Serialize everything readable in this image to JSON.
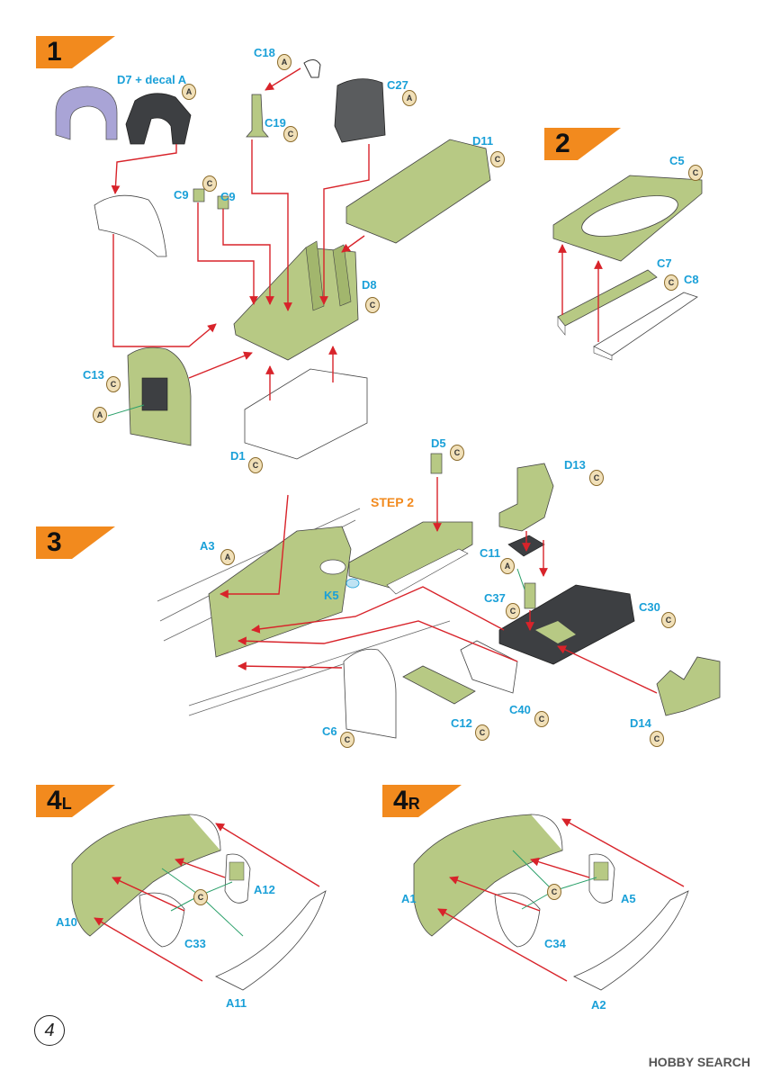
{
  "steps": [
    {
      "id": "step-1",
      "number": "1",
      "suffix": ""
    },
    {
      "id": "step-2",
      "number": "2",
      "suffix": ""
    },
    {
      "id": "step-3",
      "number": "3",
      "suffix": ""
    },
    {
      "id": "step-4l",
      "number": "4",
      "suffix": "L"
    },
    {
      "id": "step-4r",
      "number": "4",
      "suffix": "R"
    }
  ],
  "labels": {
    "c18": "C18",
    "d7": "D7 + decal A",
    "c27": "C27",
    "c19": "C19",
    "d11": "D11",
    "c9a": "C9",
    "c9b": "C9",
    "d8": "D8",
    "c13": "C13",
    "d1": "D1",
    "c5": "C5",
    "c7": "C7",
    "c8": "C8",
    "d5": "D5",
    "d13": "D13",
    "a3": "A3",
    "k5": "K5",
    "c11": "C11",
    "c37": "C37",
    "c30": "C30",
    "c12": "C12",
    "c40": "C40",
    "c6": "C6",
    "d14": "D14",
    "a12": "A12",
    "a10": "A10",
    "c33": "C33",
    "a11": "A11",
    "a1": "A1",
    "a5": "A5",
    "c34": "C34",
    "a2": "A2"
  },
  "badge_letters": {
    "A": "A",
    "C": "C"
  },
  "step_ref": "STEP 2",
  "page_number": "4",
  "watermark": "HOBBY SEARCH",
  "colors": {
    "part_green": "#b7c984",
    "arrow_red": "#d8232a",
    "label_blue": "#1aa0d8",
    "flag_orange": "#f28a1e",
    "seat_gray": "#5a5c5e",
    "panel_purple": "#a9a4d6"
  }
}
